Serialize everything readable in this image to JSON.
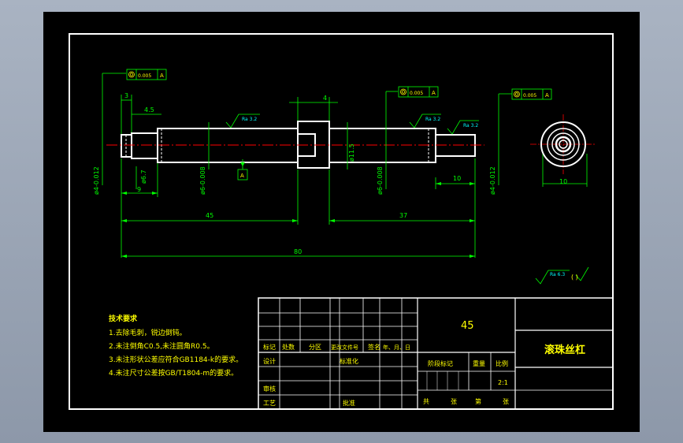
{
  "colors": {
    "sheet": "#000000",
    "line": "#ffffff",
    "dimension": "#00ff00",
    "centerline": "#ff0000",
    "text": "#ffff00",
    "accent": "#00ffff"
  },
  "dims": {
    "d1": "3",
    "d2": "4.5",
    "d3": "4",
    "d4": "9",
    "d5": "10",
    "d6": "10",
    "d7": "45",
    "d8": "37",
    "d9": "80",
    "dia1": "ø6.7",
    "dia2": "ø11.5",
    "d_left": "ø4-0.012",
    "d_right": "ø4-0.012",
    "d_mid_left": "ø6-0.008",
    "d_mid_right": "ø6-0.008"
  },
  "tol": {
    "t1": "0.005",
    "t1_datum": "A",
    "t2": "0.005",
    "t2_datum": "A",
    "t3": "0.005",
    "t3_datum": "A",
    "datum": "A"
  },
  "rough": {
    "r1": "Ra 3.2",
    "r2": "Ra 3.2",
    "r3": "Ra 3.2",
    "r_general": "Ra 6.3",
    "r_general_paren": "(   )"
  },
  "notes": {
    "title": "技术要求",
    "lines": [
      "1.去除毛刺，锐边倒钝。",
      "2.未注倒角C0.5,未注圆角R0.5。",
      "3.未注形状公差应符合GB1184-k的要求。",
      "4.未注尺寸公差按GB/T1804-m的要求。"
    ]
  },
  "title_block": {
    "material": "45",
    "part_name": "滚珠丝杠",
    "headers": [
      "标记",
      "处数",
      "分区",
      "更改文件号",
      "签名",
      "年、月、日"
    ],
    "design": "设计",
    "standard": "标准化",
    "review": "审核",
    "process": "工艺",
    "approve": "批准",
    "stage_mark": "阶段标记",
    "weight": "重量",
    "scale_label": "比例",
    "scale": "2:1",
    "gong": "共",
    "zhang1": "张",
    "di": "第",
    "zhang2": "张"
  }
}
